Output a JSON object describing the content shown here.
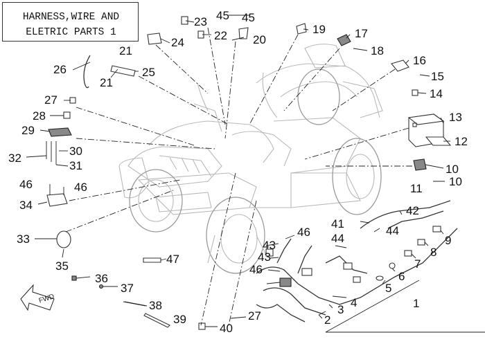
{
  "title": {
    "line1": "HARNESS,WIRE AND",
    "line2": "ELETRIC PARTS 1"
  },
  "fwd_label": "FWD",
  "callouts": [
    "1",
    "2",
    "3",
    "4",
    "5",
    "6",
    "7",
    "8",
    "9",
    "10",
    "10",
    "11",
    "12",
    "13",
    "14",
    "15",
    "16",
    "17",
    "18",
    "19",
    "20",
    "21",
    "21",
    "22",
    "23",
    "24",
    "25",
    "26",
    "27",
    "27",
    "28",
    "29",
    "30",
    "31",
    "32",
    "33",
    "34",
    "35",
    "36",
    "37",
    "38",
    "39",
    "40",
    "41",
    "42",
    "43",
    "43",
    "44",
    "44",
    "45",
    "45",
    "46",
    "46",
    "46",
    "46",
    "47"
  ]
}
